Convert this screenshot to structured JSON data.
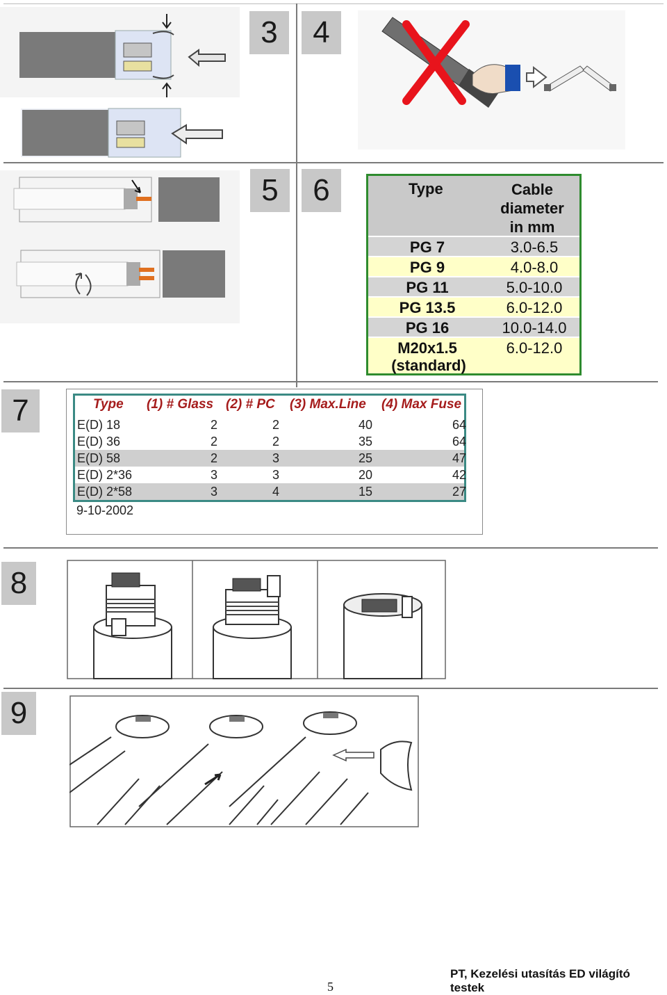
{
  "steps": [
    "3",
    "4",
    "5",
    "6",
    "7",
    "8",
    "9"
  ],
  "cable_table": {
    "header_type": "Type",
    "header_diameter_lines": [
      "Cable",
      "diameter",
      "in mm"
    ],
    "rows": [
      {
        "type": "PG 7",
        "diameter": "3.0-6.5"
      },
      {
        "type": "PG 9",
        "diameter": "4.0-8.0"
      },
      {
        "type": "PG 11",
        "diameter": "5.0-10.0"
      },
      {
        "type": "PG 13.5",
        "diameter": "6.0-12.0"
      },
      {
        "type": "PG 16",
        "diameter": "10.0-14.0"
      },
      {
        "type": "M20x1.5",
        "type2": "(standard)",
        "diameter": "6.0-12.0"
      }
    ],
    "row_colors": [
      "#d4d4d4",
      "#ffffc8"
    ]
  },
  "fuse_table": {
    "headers": [
      "Type",
      "(1) # Glass",
      "(2) # PC",
      "(3) Max.Line",
      "(4) Max Fuse"
    ],
    "rows": [
      [
        "E(D) 18",
        "2",
        "2",
        "40",
        "64"
      ],
      [
        "E(D) 36",
        "2",
        "2",
        "35",
        "64"
      ],
      [
        "E(D) 58",
        "2",
        "3",
        "25",
        "47"
      ],
      [
        "E(D) 2*36",
        "3",
        "3",
        "20",
        "42"
      ],
      [
        "E(D) 2*58",
        "3",
        "4",
        "15",
        "27"
      ]
    ],
    "date": "9-10-2002"
  },
  "footer": {
    "page_number": "5",
    "title": "PT, Kezelési utasítás ED világító testek"
  },
  "colors": {
    "table_border_green": "#2e8b2e",
    "fuse_header_red": "#a51c1c",
    "fuse_border_teal": "#3b8a84",
    "cross_red": "#e8141c",
    "glove_blue": "#1a4fb0"
  }
}
